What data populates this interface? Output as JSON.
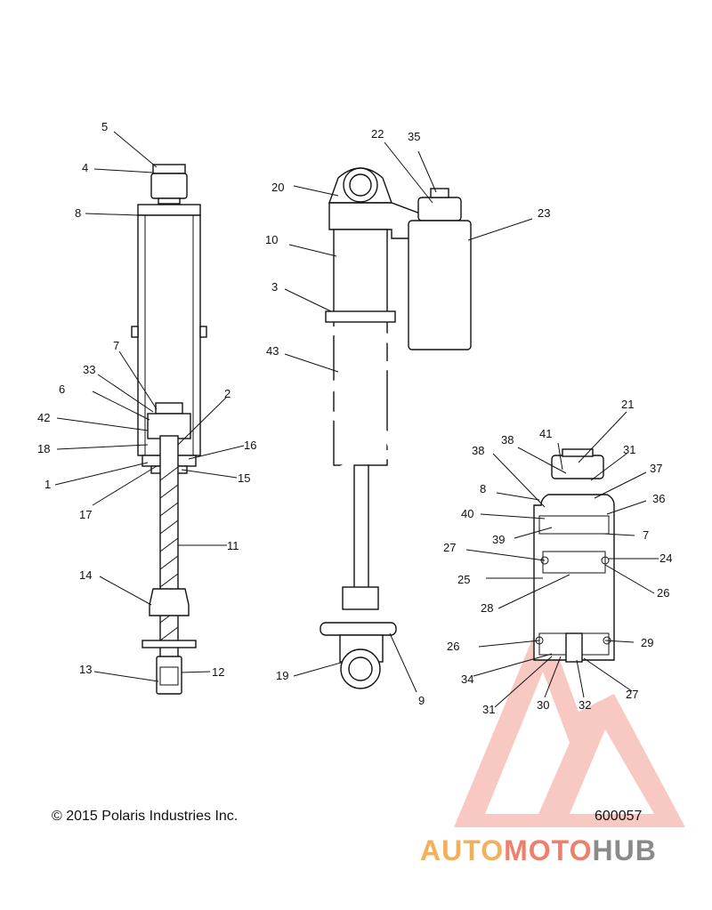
{
  "diagram": {
    "callouts": {
      "l1": "1",
      "l2": "2",
      "l3": "3",
      "l4": "4",
      "l5": "5",
      "l6": "6",
      "l7a": "7",
      "l7b": "7",
      "l8a": "8",
      "l8b": "8",
      "l9": "9",
      "l10": "10",
      "l11": "11",
      "l12": "12",
      "l13": "13",
      "l14": "14",
      "l15": "15",
      "l16": "16",
      "l17": "17",
      "l18": "18",
      "l19": "19",
      "l20": "20",
      "l21": "21",
      "l22": "22",
      "l23": "23",
      "l24": "24",
      "l25": "25",
      "l26a": "26",
      "l26b": "26",
      "l27a": "27",
      "l27b": "27",
      "l28": "28",
      "l29": "29",
      "l30": "30",
      "l31a": "31",
      "l31b": "31",
      "l32": "32",
      "l33": "33",
      "l34": "34",
      "l35": "35",
      "l36": "36",
      "l37": "37",
      "l38a": "38",
      "l38b": "38",
      "l39": "39",
      "l40": "40",
      "l41": "41",
      "l42": "42",
      "l43": "43"
    },
    "copyright": "© 2015 Polaris Industries Inc.",
    "part_number": "600057"
  },
  "watermark": {
    "part1": "AUTO",
    "part2": "MOTO",
    "part3": "HUB",
    "colors": {
      "auto": "#f2b05c",
      "moto": "#ef7f6b",
      "hub": "#8a8a8a",
      "triangle": "#f08a7e"
    }
  }
}
